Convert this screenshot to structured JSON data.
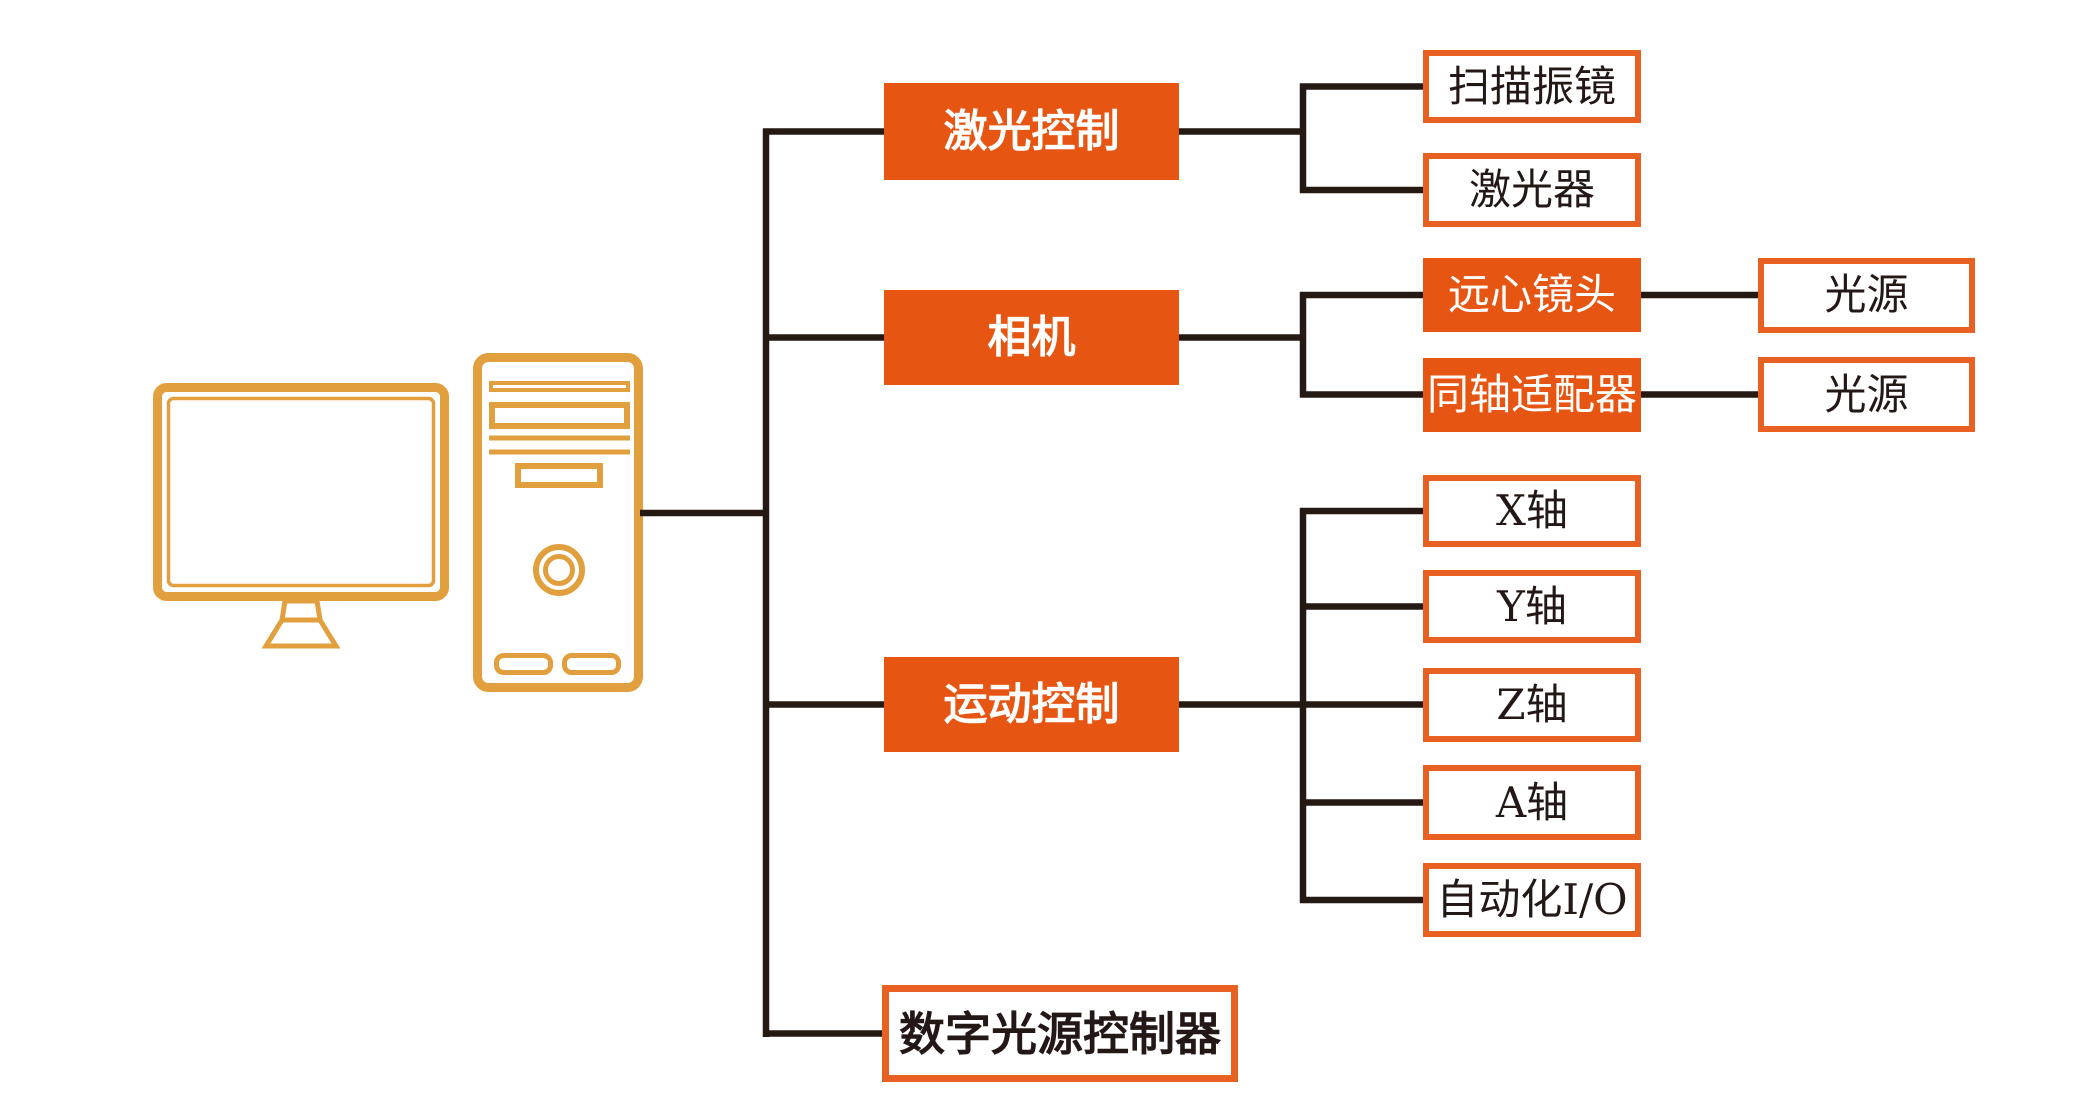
{
  "colors": {
    "node_fill_orange": "#e75513",
    "node_border_orange": "#e96023",
    "computer_amber": "#e29f3e",
    "connector_line": "#251913",
    "text_dark": "#231815",
    "text_light": "#ffffff",
    "background": "#ffffff"
  },
  "icons": {
    "computer": "desktop-computer-icon",
    "monitor": "monitor-icon",
    "tower": "computer-tower-icon"
  },
  "nodes": {
    "laser_control": {
      "label": "激光控制"
    },
    "scan_galvo": {
      "label": "扫描振镜"
    },
    "laser": {
      "label": "激光器"
    },
    "camera": {
      "label": "相机"
    },
    "telecentric_lens": {
      "label": "远心镜头"
    },
    "light_source_1": {
      "label": "光源"
    },
    "coaxial_adapter": {
      "label": "同轴适配器"
    },
    "light_source_2": {
      "label": "光源"
    },
    "motion_control": {
      "label": "运动控制"
    },
    "x_axis": {
      "label": "X轴"
    },
    "y_axis": {
      "label": "Y轴"
    },
    "z_axis": {
      "label": "Z轴"
    },
    "a_axis": {
      "label": "A轴"
    },
    "auto_io": {
      "label": "自动化I/O"
    },
    "digital_light_controller": {
      "label": "数字光源控制器"
    }
  },
  "structure": {
    "root": "computer",
    "tree": [
      {
        "parent": "laser_control",
        "children": [
          "scan_galvo",
          "laser"
        ]
      },
      {
        "parent": "camera",
        "children": [
          "telecentric_lens",
          "coaxial_adapter"
        ],
        "grandchildren": {
          "telecentric_lens": [
            "light_source_1"
          ],
          "coaxial_adapter": [
            "light_source_2"
          ]
        }
      },
      {
        "parent": "motion_control",
        "children": [
          "x_axis",
          "y_axis",
          "z_axis",
          "a_axis",
          "auto_io"
        ]
      },
      {
        "parent": "digital_light_controller",
        "children": []
      }
    ]
  }
}
